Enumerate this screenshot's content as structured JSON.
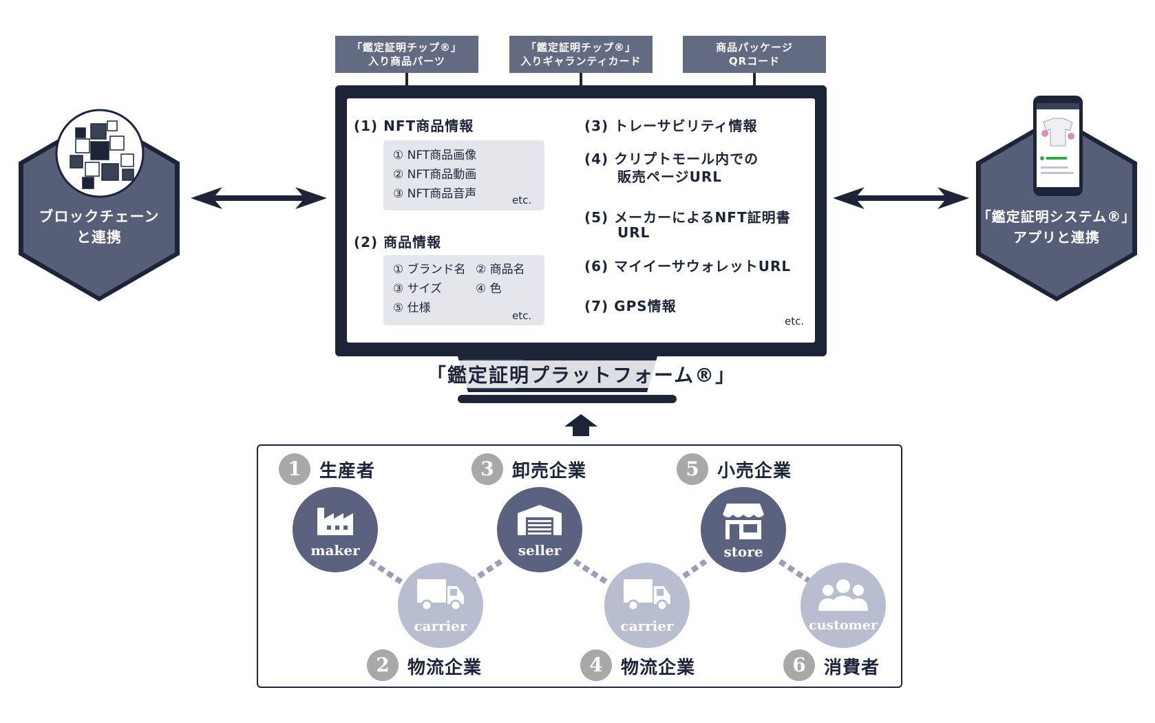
{
  "sources": [
    {
      "line1": "「鑑定証明チップ®」",
      "line2": "入り商品パーツ"
    },
    {
      "line1": "「鑑定証明チップ®」",
      "line2": "入りギャランティカード"
    },
    {
      "line1": "商品パッケージ",
      "line2": "QRコード"
    }
  ],
  "left_hex": {
    "line1": "ブロックチェーン",
    "line2": "と連携"
  },
  "right_hex": {
    "line1": "「鑑定証明システム®」",
    "line2": "アプリと連携"
  },
  "screen": {
    "sec1_title": "(1) NFT商品情報",
    "sec1_items": [
      "① NFT商品画像",
      "② NFT商品動画",
      "③ NFT商品音声"
    ],
    "sec1_etc": "etc.",
    "sec2_title": "(2) 商品情報",
    "sec2_items": [
      "① ブランド名",
      "② 商品名",
      "③ サイズ",
      "④ 色",
      "⑤ 仕様"
    ],
    "sec2_etc": "etc.",
    "sec3_title": "(3) トレーサビリティ情報",
    "sec4_line1": "(4) クリプトモール内での",
    "sec4_line2": "販売ページURL",
    "sec5_line1": "(5) メーカーによるNFT証明書",
    "sec5_line2": "URL",
    "sec6_title": "(6) マイイーサウォレットURL",
    "sec7_title": "(7) GPS情報",
    "right_etc": "etc."
  },
  "platform_label": "「鑑定証明プラットフォーム®」",
  "flow": {
    "steps": [
      {
        "num": "1",
        "label": "生産者",
        "node": "maker",
        "icon": "factory-icon"
      },
      {
        "num": "2",
        "label": "物流企業",
        "node": "carrier",
        "icon": "truck-icon"
      },
      {
        "num": "3",
        "label": "卸売企業",
        "node": "seller",
        "icon": "warehouse-icon"
      },
      {
        "num": "4",
        "label": "物流企業",
        "node": "carrier",
        "icon": "truck-icon"
      },
      {
        "num": "5",
        "label": "小売企業",
        "node": "store",
        "icon": "storefront-icon"
      },
      {
        "num": "6",
        "label": "消費者",
        "node": "customer",
        "icon": "people-icon"
      }
    ]
  },
  "colors": {
    "navy": "#1d2438",
    "slate": "#565e78",
    "tab": "#636b82",
    "light_node": "#b8bdd0",
    "step_gray": "#a8a8a8"
  }
}
